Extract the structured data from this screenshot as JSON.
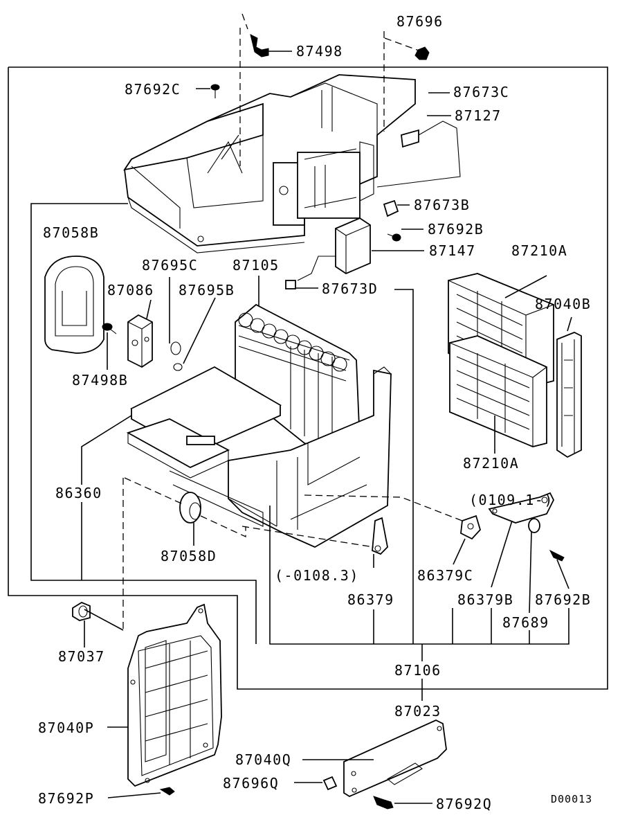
{
  "diagram": {
    "drawing_code": "D00013",
    "labels": {
      "p87696_top": "87696",
      "p87498_top": "87498",
      "p87692C": "87692C",
      "p87673C": "87673C",
      "p87127": "87127",
      "p87673B": "87673B",
      "p87692B_upper": "87692B",
      "p87147": "87147",
      "p87058B": "87058B",
      "p87695C": "87695C",
      "p87105": "87105",
      "p87210A_upper": "87210A",
      "p87086": "87086",
      "p87695B": "87695B",
      "p87673D": "87673D",
      "p87040B": "87040B",
      "p87498B": "87498B",
      "p87210A_lower": "87210A",
      "p86360": "86360",
      "serial_from": "(0109.1-)",
      "p87058D": "87058D",
      "serial_to": "(-0108.3)",
      "p86379C": "86379C",
      "p86379": "86379",
      "p86379B": "86379B",
      "p87692B_lower": "87692B",
      "p87689": "87689",
      "p87037": "87037",
      "p87106": "87106",
      "p87023": "87023",
      "p87040P": "87040P",
      "p87040Q": "87040Q",
      "p87696Q": "87696Q",
      "p87692P": "87692P",
      "p87692Q": "87692Q"
    }
  }
}
